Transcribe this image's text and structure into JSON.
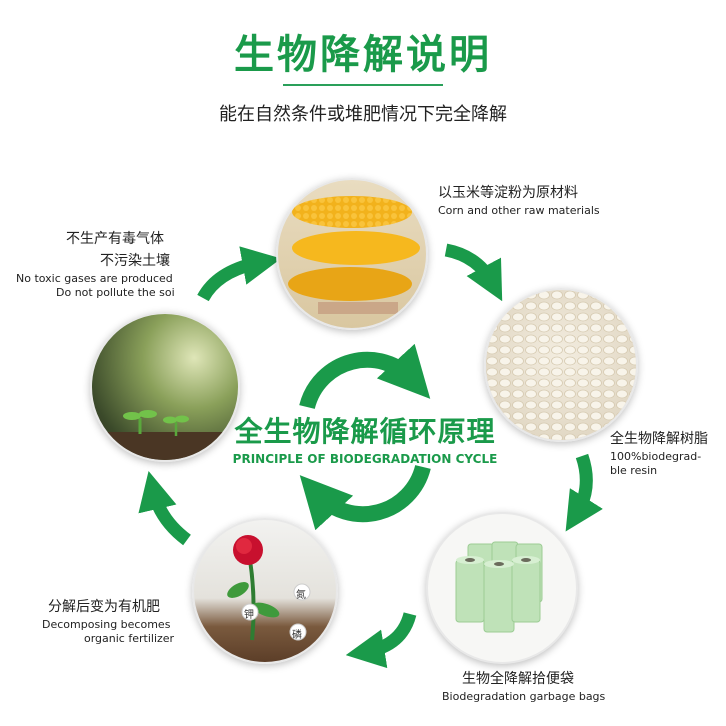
{
  "header": {
    "title": "生物降解说明",
    "subtitle": "能在自然条件或堆肥情况下完全降解"
  },
  "center": {
    "title_zh": "全生物降解循环原理",
    "title_en": "PRINCIPLE OF BIODEGRADATION CYCLE"
  },
  "stages": {
    "corn": {
      "zh": "以玉米等淀粉为原材料",
      "en": "Corn and other raw materials"
    },
    "resin": {
      "zh": "全生物降解树脂",
      "en_line1": "100%biodegrad-",
      "en_line2": "ble resin"
    },
    "bags": {
      "zh": "生物全降解拾便袋",
      "en": "Biodegradation garbage bags"
    },
    "fertilizer": {
      "zh": "分解后变为有机肥",
      "en_line1": "Decomposing becomes",
      "en_line2": "organic fertilizer"
    },
    "nontoxic": {
      "zh_line1": "不生产有毒气体",
      "zh_line2": "不污染土壤",
      "en_line1": "No toxic gases are produced",
      "en_line2": "Do not pollute the soi"
    }
  },
  "nutrients": {
    "k": "钾",
    "n": "氮",
    "p": "磷"
  },
  "colors": {
    "green": "#1a9a4a",
    "dark_green": "#14823d",
    "title_line": "#2aa05a"
  }
}
